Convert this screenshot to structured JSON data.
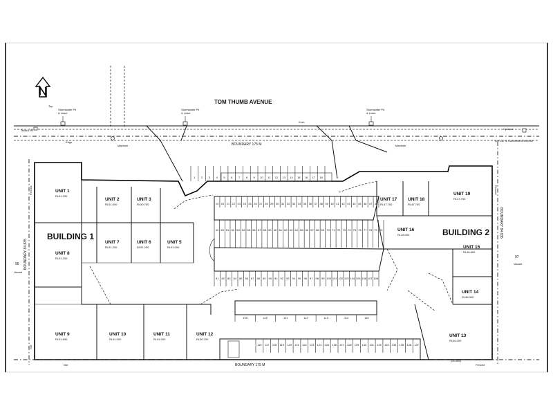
{
  "plan": {
    "street": "TOM THUMB AVENUE",
    "boundary_top": "BOUNDARY 175 M",
    "boundary_bottom": "BOUNDARY 175 M",
    "boundary_left": "BOUNDARY 84.835",
    "boundary_right": "BOUNDARY 84.835",
    "neighbour_left": {
      "number": "95",
      "status": "Vacant"
    },
    "neighbour_right": {
      "number": "97",
      "status": "Vacant"
    },
    "building_1": "BUILDING 1",
    "building_2": "BUILDING 2",
    "stormwater_1": [
      "Stormwater Pit",
      "& Lintel"
    ],
    "stormwater_2": [
      "Stormwater Pit",
      "& Lintel"
    ],
    "stormwater_3": [
      "Stormwater Pit",
      "& Lintel"
    ],
    "right_note": "Abt 112 to Cumberland Avenue",
    "telstra": "Telstra Pit",
    "hydrant": "Hydrant",
    "edge": "Edge",
    "manhole_1": "Manhole",
    "manhole_2": "Manhole",
    "fenced_left": "Fenced",
    "fenced_right": "Fenced",
    "fenced_bottom": "Fenced",
    "not_left": "Not",
    "not_bottom": "Not",
    "kerb": "Kerb",
    "top_label": "Top",
    "dimension_note": "(25.405)",
    "units": [
      {
        "name": "UNIT 1",
        "rl": "RL51.200"
      },
      {
        "name": "UNIT 2",
        "rl": "RL51.000"
      },
      {
        "name": "UNIT 3",
        "rl": "RL50.700"
      },
      {
        "name": "UNIT 5",
        "rl": "RL51.000"
      },
      {
        "name": "UNIT 6",
        "rl": "RL51.200"
      },
      {
        "name": "UNIT 7",
        "rl": "RL51.200"
      },
      {
        "name": "UNIT 8",
        "rl": "RL51.200"
      },
      {
        "name": "UNIT 9",
        "rl": "RL51.600"
      },
      {
        "name": "UNIT 10",
        "rl": "RL51.000"
      },
      {
        "name": "UNIT 11",
        "rl": "RL51.000"
      },
      {
        "name": "UNIT 12",
        "rl": "RL50.700"
      },
      {
        "name": "UNIT 13",
        "rl": "RL46.200"
      },
      {
        "name": "UNIT 14",
        "rl": "RL46.300"
      },
      {
        "name": "UNIT 15",
        "rl": "RL46.800"
      },
      {
        "name": "UNIT 16",
        "rl": "RL48.000"
      },
      {
        "name": "UNIT 17",
        "rl": "RL47.700"
      },
      {
        "name": "UNIT 18",
        "rl": "RL47.700"
      },
      {
        "name": "UNIT 19",
        "rl": "RL47.700"
      }
    ],
    "parking_rows": [
      {
        "numbers": [
          "1",
          "2",
          "3",
          "4",
          "5",
          "6",
          "7",
          "8",
          "9",
          "10",
          "11",
          "12",
          "13",
          "14",
          "15",
          "16",
          "17",
          "18"
        ]
      },
      {
        "numbers": [
          "19",
          "20",
          "21",
          "22",
          "23",
          "24",
          "25",
          "26",
          "27",
          "28",
          "29",
          "30",
          "31",
          "32",
          "33",
          "34",
          "35",
          "36",
          "37",
          "38",
          "39",
          "40",
          "41",
          "42",
          "43",
          "44",
          "45",
          "46",
          "47",
          "48"
        ]
      },
      {
        "numbers": [
          "49",
          "50",
          "51",
          "52",
          "53",
          "54",
          "55",
          "56",
          "57",
          "58",
          "59",
          "60",
          "61",
          "62",
          "63",
          "64",
          "65",
          "66",
          "67",
          "68",
          "69",
          "70",
          "71",
          "72",
          "73",
          "74",
          "75",
          "76",
          "77",
          "78",
          "79",
          "80"
        ]
      },
      {
        "numbers": [
          "81",
          "82",
          "83",
          "84",
          "85",
          "86",
          "87",
          "88",
          "89",
          "90",
          "91",
          "92",
          "93",
          "94",
          "95",
          "96",
          "97",
          "98",
          "99",
          "100",
          "101",
          "102",
          "103",
          "104",
          "105",
          "106",
          "107",
          "108"
        ]
      },
      {
        "numbers": [
          "109",
          "110",
          "111",
          "112",
          "113",
          "114",
          "115"
        ]
      },
      {
        "numbers": [
          "116",
          "117",
          "118",
          "119",
          "120",
          "121",
          "122",
          "123",
          "124",
          "125",
          "126",
          "127",
          "128",
          "129",
          "130",
          "131",
          "132",
          "133",
          "134",
          "135",
          "136",
          "137"
        ]
      }
    ]
  }
}
